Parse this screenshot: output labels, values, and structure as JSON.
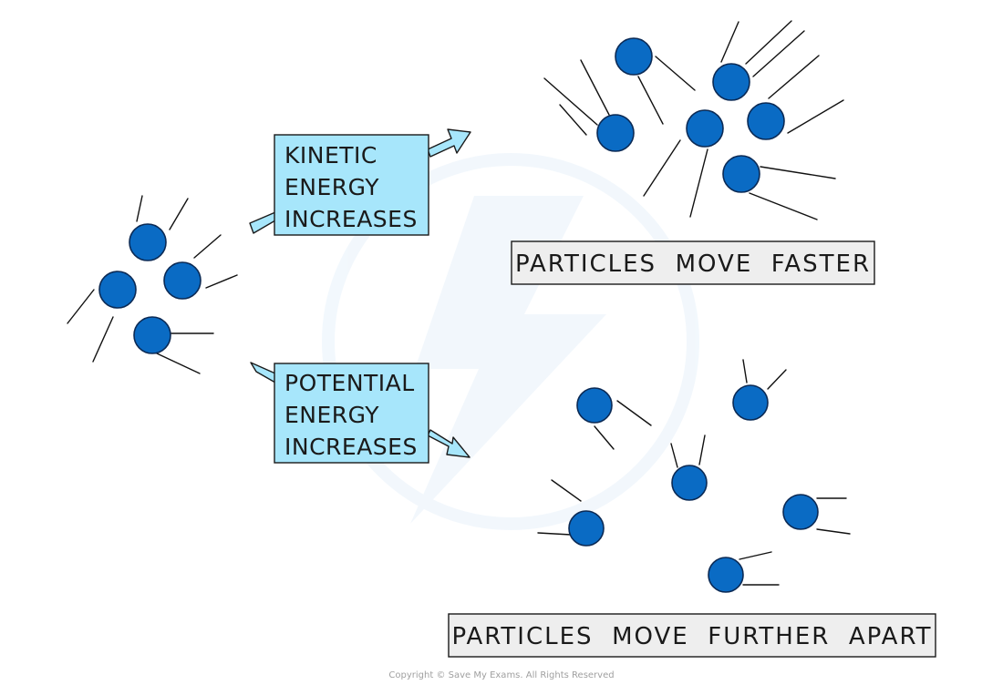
{
  "kinetic_box": {
    "lines": [
      "KINETIC",
      "ENERGY",
      "INCREASES"
    ]
  },
  "potential_box": {
    "lines": [
      "POTENTIAL",
      "ENERGY",
      "INCREASES"
    ]
  },
  "faster_label": "PARTICLES  MOVE  FASTER",
  "apart_label": "PARTICLES  MOVE  FURTHER  APART",
  "copyright": "Copyright © Save My Exams. All Rights Reserved",
  "colors": {
    "particle_fill": "#0a6bc4",
    "particle_stroke": "#0b2a55",
    "energy_box_fill": "#a7e6fb",
    "label_box_fill": "#eeeeee",
    "watermark": "#eaf3fb"
  }
}
